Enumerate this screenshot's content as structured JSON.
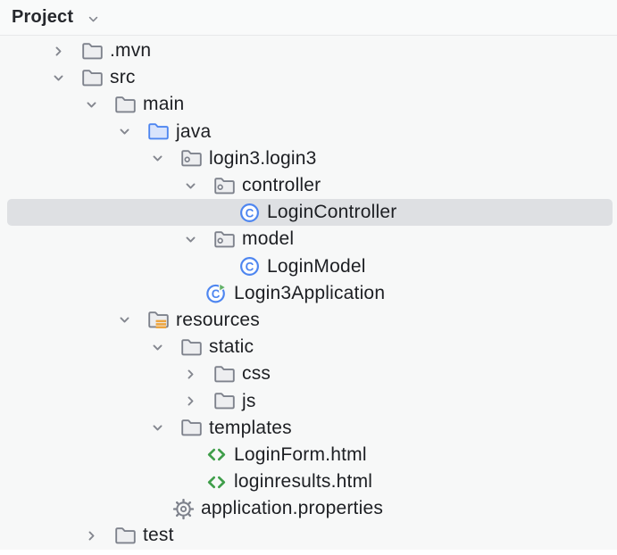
{
  "header": {
    "title": "Project",
    "chevron_icon": "chevron-down"
  },
  "colors": {
    "background": "#f7f8f8",
    "selection": "#dee0e3",
    "text": "#1d1f23",
    "icon_gray_stroke": "#7e828c",
    "folder_fill": "#edeef0",
    "source_blue": "#4e86f0",
    "source_blue_fill": "#d9e4fc",
    "resources_orange": "#eda53f",
    "run_green": "#62b168",
    "html_green": "#3f9e4a",
    "chevron_gray": "#84878f"
  },
  "tree": {
    "items": [
      {
        "label": ".mvn",
        "icon": "folder",
        "level": 0,
        "chevron": "collapsed",
        "selected": false
      },
      {
        "label": "src",
        "icon": "folder",
        "level": 0,
        "chevron": "expanded",
        "selected": false
      },
      {
        "label": "main",
        "icon": "folder",
        "level": 1,
        "chevron": "expanded",
        "selected": false
      },
      {
        "label": "java",
        "icon": "folder-sources",
        "level": 2,
        "chevron": "expanded",
        "selected": false
      },
      {
        "label": "login3.login3",
        "icon": "package",
        "level": 3,
        "chevron": "expanded",
        "selected": false
      },
      {
        "label": "controller",
        "icon": "package",
        "level": 4,
        "chevron": "expanded",
        "selected": false
      },
      {
        "label": "LoginController",
        "icon": "class",
        "level": 5,
        "chevron": "none",
        "selected": true
      },
      {
        "label": "model",
        "icon": "package",
        "level": 4,
        "chevron": "expanded",
        "selected": false
      },
      {
        "label": "LoginModel",
        "icon": "class",
        "level": 5,
        "chevron": "none",
        "selected": false
      },
      {
        "label": "Login3Application",
        "icon": "class-run",
        "level": 4,
        "chevron": "none",
        "selected": false
      },
      {
        "label": "resources",
        "icon": "folder-resources",
        "level": 2,
        "chevron": "expanded",
        "selected": false
      },
      {
        "label": "static",
        "icon": "folder",
        "level": 3,
        "chevron": "expanded",
        "selected": false
      },
      {
        "label": "css",
        "icon": "folder",
        "level": 4,
        "chevron": "collapsed",
        "selected": false
      },
      {
        "label": "js",
        "icon": "folder",
        "level": 4,
        "chevron": "collapsed",
        "selected": false
      },
      {
        "label": "templates",
        "icon": "folder",
        "level": 3,
        "chevron": "expanded",
        "selected": false
      },
      {
        "label": "LoginForm.html",
        "icon": "html",
        "level": 4,
        "chevron": "none",
        "selected": false
      },
      {
        "label": "loginresults.html",
        "icon": "html",
        "level": 4,
        "chevron": "none",
        "selected": false
      },
      {
        "label": "application.properties",
        "icon": "gear",
        "level": 3,
        "chevron": "none",
        "selected": false
      },
      {
        "label": "test",
        "icon": "folder",
        "level": 1,
        "chevron": "collapsed",
        "selected": false
      }
    ]
  }
}
